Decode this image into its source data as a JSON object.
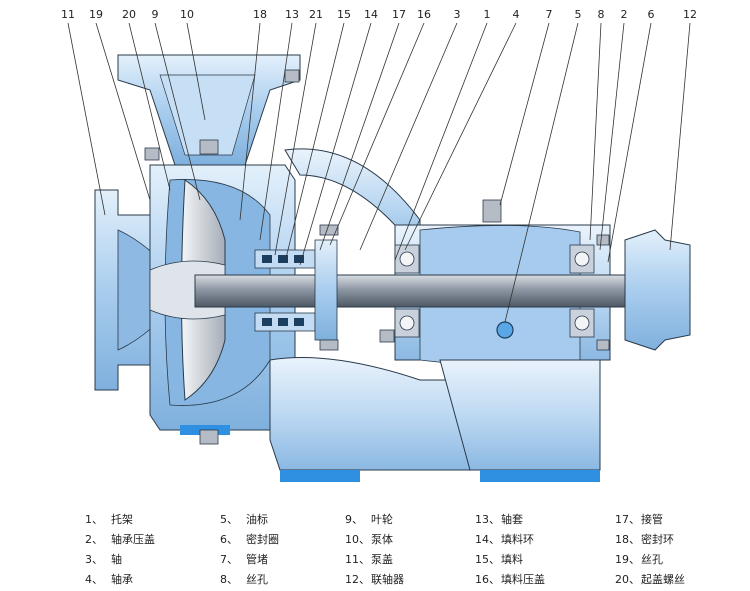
{
  "callouts_top": [
    "11",
    "19",
    "20",
    "9",
    "10",
    "18",
    "13",
    "21",
    "15",
    "14",
    "17",
    "16",
    "3",
    "1",
    "4",
    "7",
    "5",
    "8",
    "2",
    "6",
    "12"
  ],
  "legend": [
    [
      {
        "num": "1、",
        "label": "托架"
      },
      {
        "num": "2、",
        "label": "轴承压盖"
      },
      {
        "num": "3、",
        "label": "轴"
      },
      {
        "num": "4、",
        "label": "轴承"
      }
    ],
    [
      {
        "num": "5、",
        "label": "油标"
      },
      {
        "num": "6、",
        "label": "密封圈"
      },
      {
        "num": "7、",
        "label": "管堵"
      },
      {
        "num": "8、",
        "label": "丝孔"
      }
    ],
    [
      {
        "num": "9、",
        "label": "叶轮"
      },
      {
        "num": "10、",
        "label": "泵体"
      },
      {
        "num": "11、",
        "label": "泵盖"
      },
      {
        "num": "12、",
        "label": "联轴器"
      }
    ],
    [
      {
        "num": "13、",
        "label": "轴套"
      },
      {
        "num": "14、",
        "label": "填料环"
      },
      {
        "num": "15、",
        "label": "填料"
      },
      {
        "num": "16、",
        "label": "填料压盖"
      }
    ],
    [
      {
        "num": "17、",
        "label": "接管"
      },
      {
        "num": "18、",
        "label": "密封环"
      },
      {
        "num": "19、",
        "label": "丝孔"
      },
      {
        "num": "20、",
        "label": "起盖螺丝"
      }
    ]
  ],
  "colors": {
    "casing_light": "#cfe3f5",
    "casing_mid": "#9fc6ea",
    "casing_dark": "#6fa3d4",
    "base_blue": "#2f8fe0",
    "shaft": "#8a95a3",
    "outline": "#2a3a4a"
  }
}
